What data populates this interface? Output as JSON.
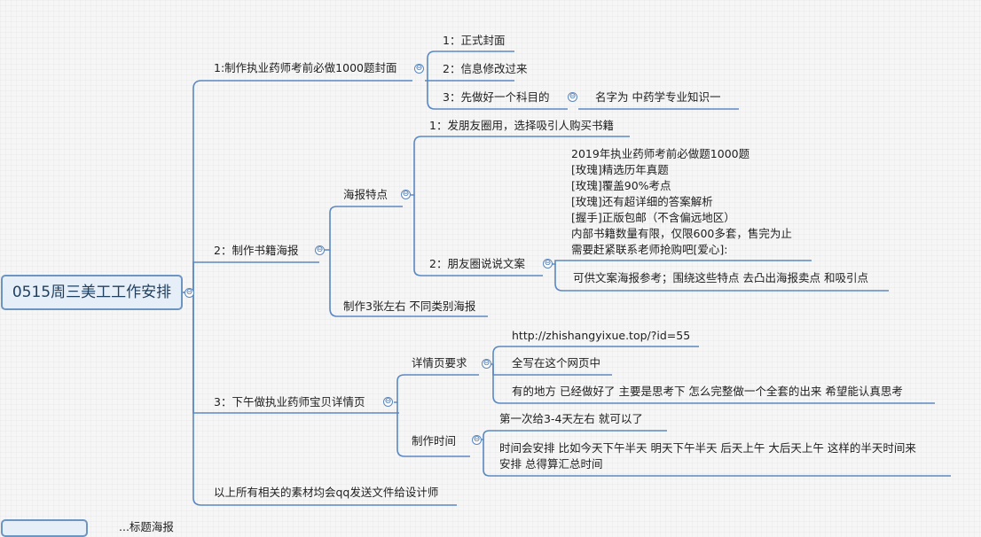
{
  "root": {
    "label": "0515周三美工工作安排"
  },
  "collapse_symbol": "⊖",
  "b1": {
    "label": "1:制作执业药师考前必做1000题封面",
    "c1": "1：正式封面",
    "c2": "2：信息修改过来",
    "c3": "3：先做好一个科目的",
    "c3_child": "名字为  中药学专业知识一"
  },
  "b2": {
    "label": "2：制作书籍海报",
    "features": {
      "label": "海报特点",
      "c1": "1：发朋友圈用，选择吸引人购买书籍",
      "c2": "2：朋友圈说说文案",
      "copy_lines": [
        "2019年执业药师考前必做题1000题",
        "[玫瑰]精选历年真题",
        "[玫瑰]覆盖90%考点",
        "[玫瑰]还有超详细的答案解析",
        "[握手]正版包邮（不含偏远地区）",
        "内部书籍数量有限，仅限600多套，售完为止",
        "需要赶紧联系老师抢购吧[爱心]:"
      ],
      "copy_note": "可供文案海报参考；围绕这些特点 去凸出海报卖点 和吸引点"
    },
    "c2": "制作3张左右 不同类别海报"
  },
  "b3": {
    "label": "3：下午做执业药师宝贝详情页",
    "req": {
      "label": "详情页要求",
      "c1": "http://zhishangyixue.top/?id=55",
      "c2": "全写在这个网页中",
      "c3": "有的地方 已经做好了  主要是思考下 怎么完整做一个全套的出来  希望能认真思考"
    },
    "time": {
      "label": "制作时间",
      "c1": "第一次给3-4天左右 就可以了",
      "c2_line1": "时间会安排 比如今天下午半天 明天下午半天  后天上午  大后天上午 这样的半天时间来",
      "c2_line2": "安排  总得算汇总时间"
    }
  },
  "b4": {
    "label": "以上所有相关的素材均会qq发送文件给设计师"
  },
  "footer": {
    "partial": "...标题海报"
  }
}
